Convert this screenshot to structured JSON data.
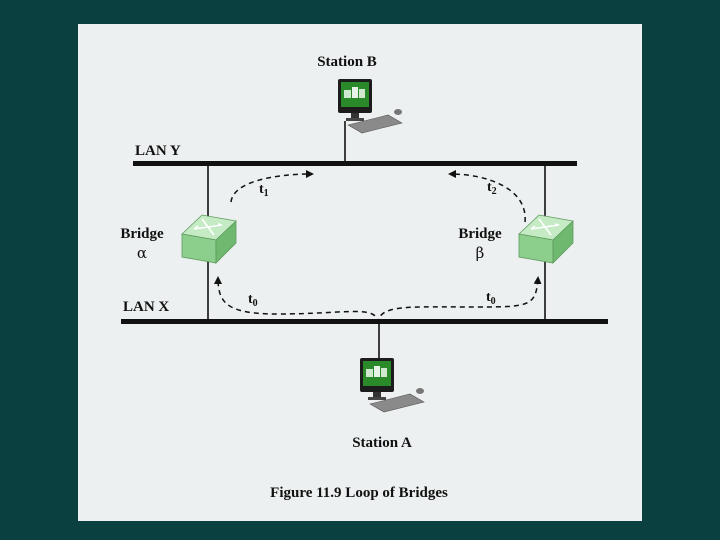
{
  "stations": {
    "b": {
      "label": "Station B"
    },
    "a": {
      "label": "Station A"
    }
  },
  "lans": {
    "y": {
      "label": "LAN Y"
    },
    "x": {
      "label": "LAN X"
    }
  },
  "bridges": {
    "alpha": {
      "label": "Bridge",
      "symbol": "α"
    },
    "beta": {
      "label": "Bridge",
      "symbol": "β"
    }
  },
  "times": {
    "t1": {
      "base": "t",
      "sub": "1"
    },
    "t2": {
      "base": "t",
      "sub": "2"
    },
    "t0_left": {
      "base": "t",
      "sub": "0"
    },
    "t0_right": {
      "base": "t",
      "sub": "0"
    }
  },
  "caption": "Figure 11.9  Loop of Bridges",
  "colors": {
    "background": "#0b4040",
    "panel": "#edf0f0",
    "bridge": "#8ccf8c",
    "monitor_screen": "#2a8a2a"
  },
  "icons": {
    "station": "workstation-computer-icon",
    "bridge": "bridge-switch-icon"
  }
}
